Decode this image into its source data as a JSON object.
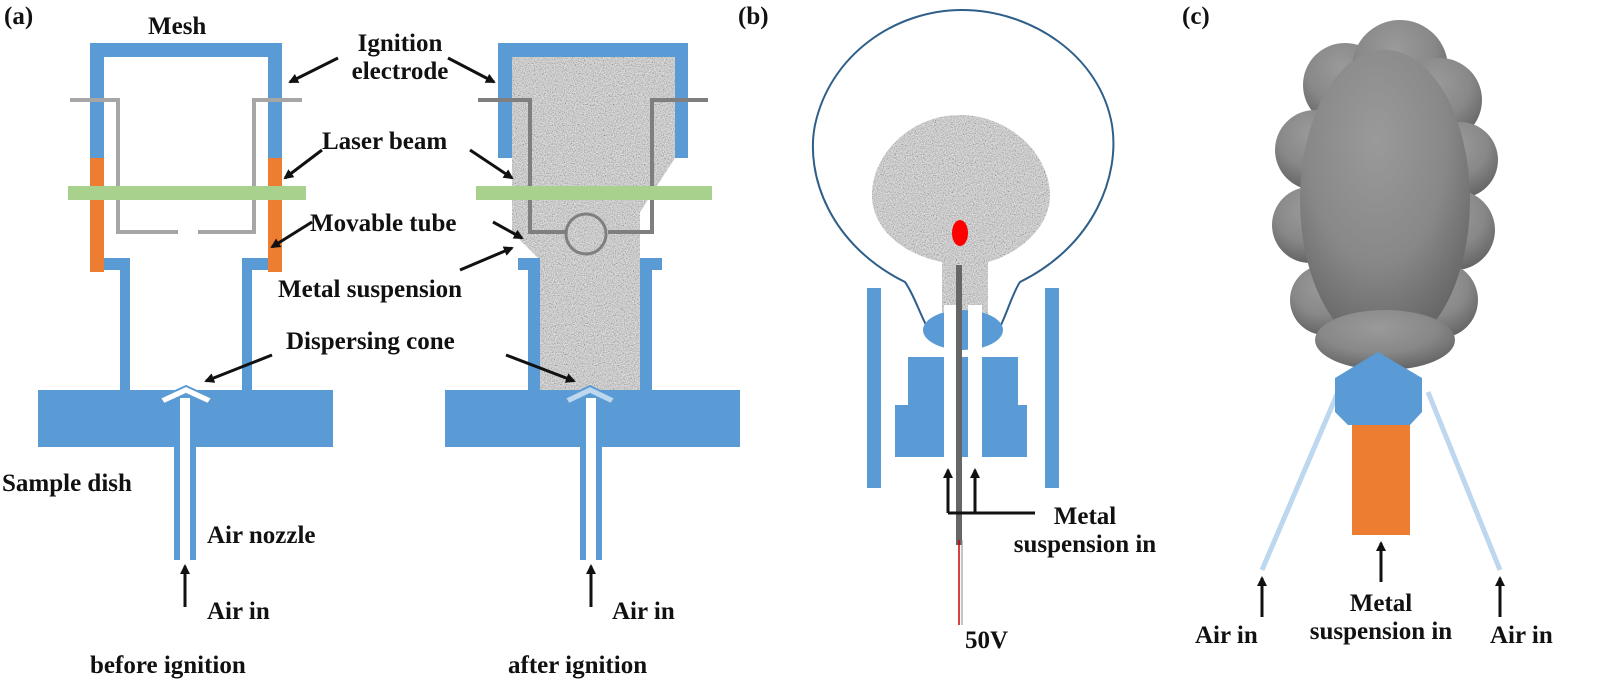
{
  "colors": {
    "blue": "#5b9bd5",
    "orange": "#ed7d31",
    "green": "#a9d18e",
    "gray": "#a6a6a6",
    "smoke": "#808080",
    "red": "#ff0000",
    "light_blue": "#bdd7ee"
  },
  "panel_a": {
    "tag": "(a)",
    "labels": {
      "mesh": "Mesh",
      "ignition_line1": "Ignition",
      "ignition_line2": "electrode",
      "laser": "Laser beam",
      "movable": "Movable tube",
      "metal_suspension": "Metal suspension",
      "dispersing": "Dispersing cone",
      "sample_dish": "Sample dish",
      "air_nozzle": "Air nozzle",
      "air_in_left": "Air in",
      "air_in_right": "Air in",
      "before": "before ignition",
      "after": "after ignition"
    }
  },
  "panel_b": {
    "tag": "(b)",
    "labels": {
      "metal_line1": "Metal",
      "metal_line2": "suspension in",
      "voltage": "50V"
    }
  },
  "panel_c": {
    "tag": "(c)",
    "labels": {
      "air_in_left": "Air in",
      "metal_line1": "Metal",
      "metal_line2": "suspension in",
      "air_in_right": "Air in"
    }
  }
}
